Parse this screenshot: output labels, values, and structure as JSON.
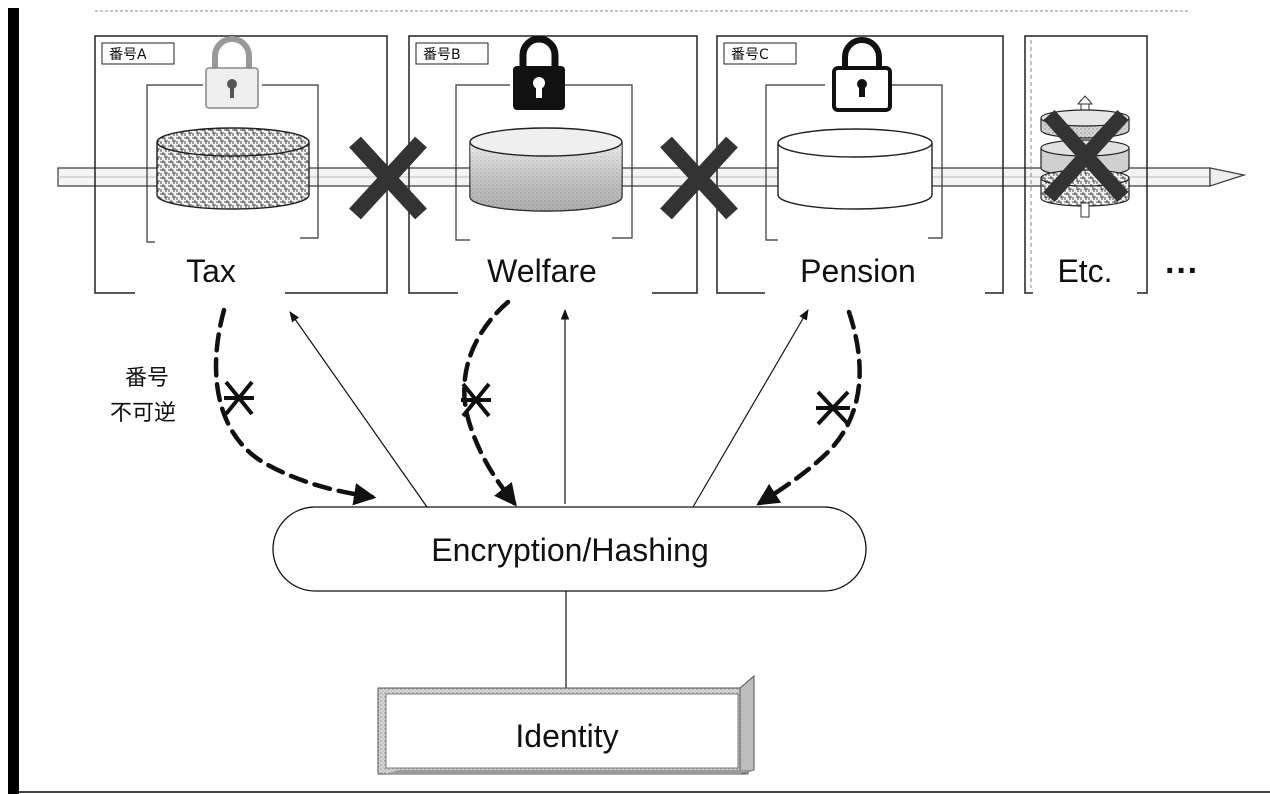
{
  "panels": [
    {
      "tag": "番号A",
      "label": "Tax",
      "lock": "light-lock"
    },
    {
      "tag": "番号B",
      "label": "Welfare",
      "lock": "dark-lock"
    },
    {
      "tag": "番号C",
      "label": "Pension",
      "lock": "outline-lock"
    },
    {
      "label": "Etc."
    }
  ],
  "ellipsis": "···",
  "irreversible_note": {
    "line1": "番号",
    "line2": "不可逆"
  },
  "hub_label": "Encryption/Hashing",
  "root_label": "Identity",
  "colors": {
    "ink": "#111111",
    "cross": "#333333",
    "frame": "#222222"
  }
}
